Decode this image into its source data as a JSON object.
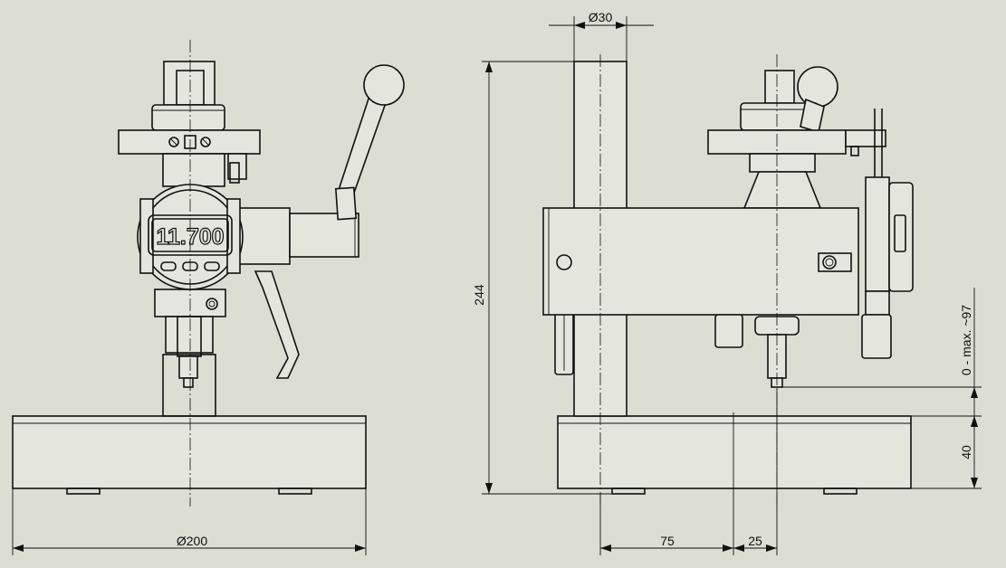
{
  "display": {
    "reading": "11.700"
  },
  "dimensions": {
    "base_diameter": "Ø200",
    "column_diameter": "Ø30",
    "overall_height": "244",
    "measuring_range": "0 - max. ~97",
    "base_height": "40",
    "column_offset": "75",
    "spindle_offset": "25"
  }
}
